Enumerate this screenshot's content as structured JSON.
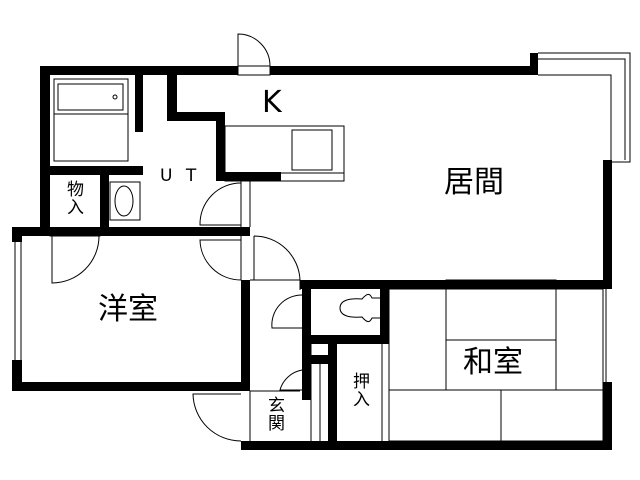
{
  "floorplan": {
    "rooms": {
      "kitchen": "K",
      "utility": "U T",
      "living": "居間",
      "storage": "物入",
      "western_room": "洋室",
      "japanese_room": "和室",
      "closet": "押入",
      "entrance": "玄関"
    },
    "colors": {
      "wall": "#000000",
      "line": "#000000",
      "background": "#ffffff"
    }
  }
}
